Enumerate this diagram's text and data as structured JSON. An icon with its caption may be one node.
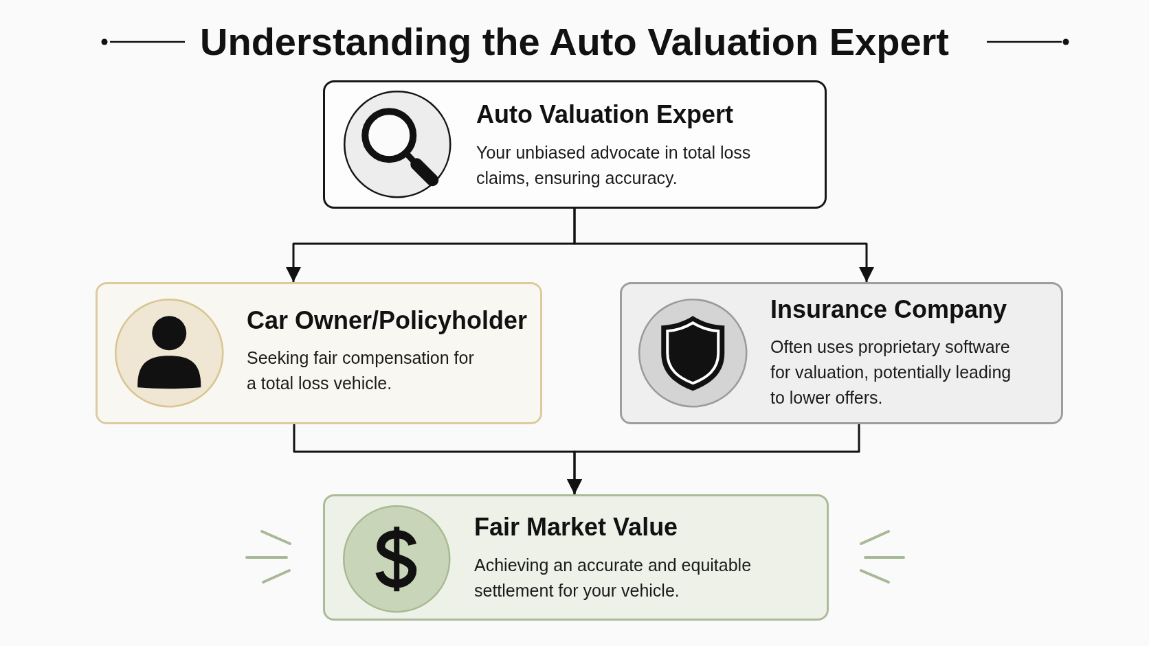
{
  "diagram": {
    "title": "Understanding the Auto Valuation Expert",
    "nodes": [
      {
        "text": [
          "Auto Valuation Expert",
          "Your unbiased advocate in total loss claims, ensuring accuracy."
        ]
      },
      {
        "text": [
          "Car Owner/Policyholder",
          "Seeking fair compensation for a total loss vehicle."
        ]
      },
      {
        "text": [
          "Insurance Company",
          "Often uses proprietary software for valuation, potentially leading to lower offers."
        ]
      },
      {
        "text": [
          "Fair Market Value",
          "Achieving an accurate and equitable settlement for your vehicle."
        ]
      }
    ],
    "edges": [
      {
        "from": 0,
        "to": 1,
        "arrow": "to"
      },
      {
        "from": 0,
        "to": 2,
        "arrow": "to"
      },
      {
        "from": 1,
        "to": 3,
        "arrow": "to"
      },
      {
        "from": 2,
        "to": 3,
        "arrow": "to"
      }
    ]
  }
}
